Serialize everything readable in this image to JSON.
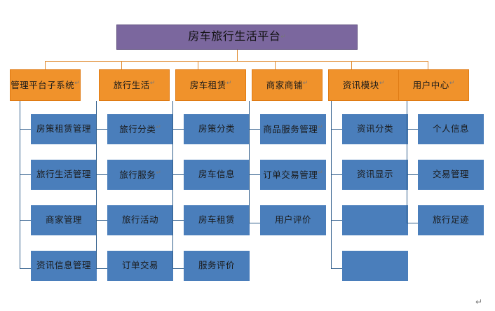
{
  "diagram": {
    "title_box": {
      "label": "房车旅行生活平台",
      "mark": "↵",
      "color": "#7B679E"
    },
    "category_color": "#F0922B",
    "leaf_color": "#4A7EBB",
    "connector_color": "#E08A2E",
    "categories": [
      {
        "label": "管理平台子系统",
        "mark": "↵"
      },
      {
        "label": "旅行生活",
        "mark": "↵"
      },
      {
        "label": "房车租赁",
        "mark": "↵"
      },
      {
        "label": "商家商铺",
        "mark": "↵"
      },
      {
        "label": "资讯模块",
        "mark": "↵"
      },
      {
        "label": "用户中心",
        "mark": "↵"
      }
    ],
    "columns": [
      {
        "parent": "管理平台子系统",
        "items": [
          {
            "label": "房策租赁管理"
          },
          {
            "label": "旅行生活管理"
          },
          {
            "label": "商家管理"
          },
          {
            "label": "资讯信息管理"
          }
        ]
      },
      {
        "parent": "旅行生活",
        "items": [
          {
            "label": "旅行分类",
            "mark": "↵"
          },
          {
            "label": "旅行服务",
            "mark": "↵"
          },
          {
            "label": "旅行活动"
          },
          {
            "label": "订单交易"
          }
        ]
      },
      {
        "parent": "房车租赁",
        "items": [
          {
            "label": "房策分类"
          },
          {
            "label": "房车信息"
          },
          {
            "label": "房车租赁"
          },
          {
            "label": "服务评价"
          }
        ]
      },
      {
        "parent": "商家商铺",
        "items": [
          {
            "label": "商品服务管理",
            "mark": "↵"
          },
          {
            "label": "订单交易管理",
            "mark": "↵"
          },
          {
            "label": "用户评价"
          }
        ]
      },
      {
        "parent": "资讯模块",
        "items": [
          {
            "label": "资讯分类"
          },
          {
            "label": "资讯显示"
          },
          {
            "label": ""
          },
          {
            "label": ""
          }
        ]
      },
      {
        "parent": "用户中心",
        "items": [
          {
            "label": "个人信息"
          },
          {
            "label": "交易管理"
          },
          {
            "label": "旅行足迹"
          }
        ]
      }
    ],
    "paragraph_mark": "↵"
  }
}
